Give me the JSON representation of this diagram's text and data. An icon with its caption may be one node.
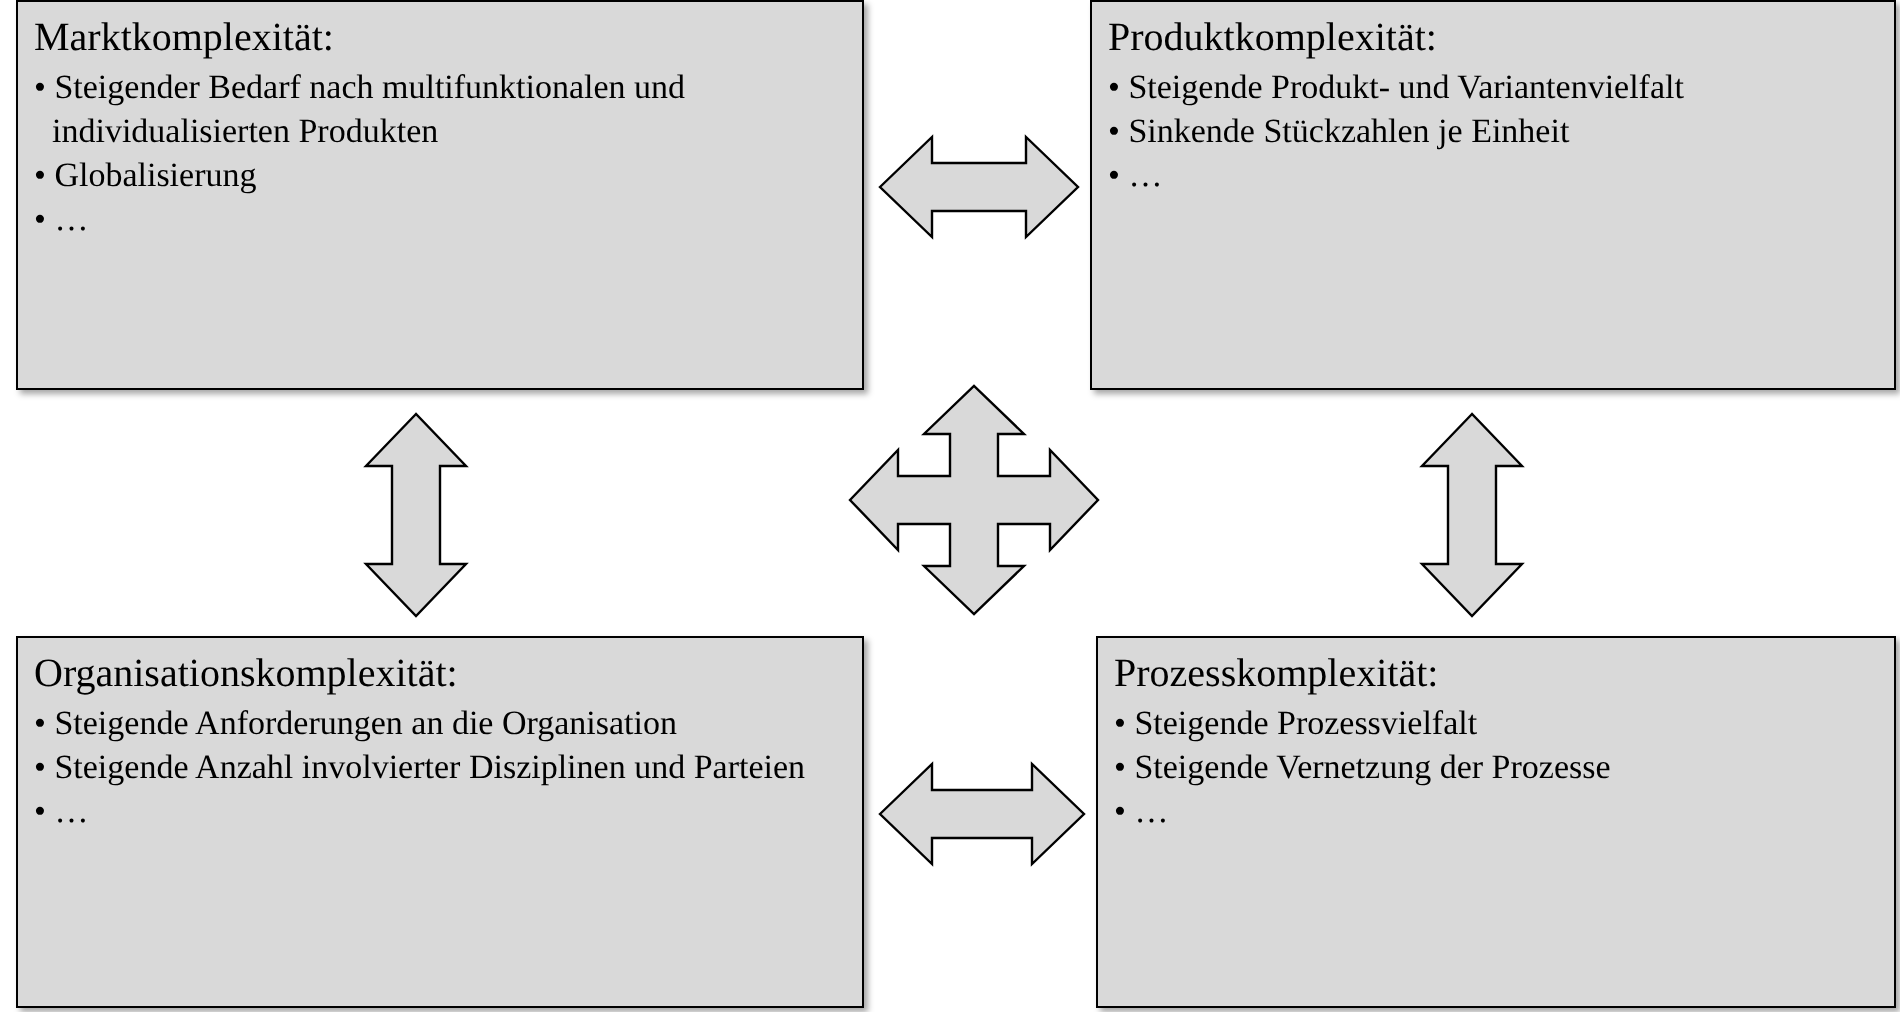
{
  "diagram": {
    "nodes": [
      {
        "text": [
          "Marktkomplexität:",
          "• Steigender Bedarf nach multifunktionalen und individualisierten Produkten",
          "• Globalisierung",
          "• …"
        ]
      },
      {
        "text": [
          "Produktkomplexität:",
          "• Steigende Produkt- und Variantenvielfalt",
          "• Sinkende Stückzahlen je Einheit",
          "• …"
        ]
      },
      {
        "text": [
          "Organisationskomplexität:",
          "• Steigende Anforderungen an die Organisation",
          "• Steigende Anzahl involvierter Disziplinen und Parteien",
          "• …"
        ]
      },
      {
        "text": [
          "Prozesskomplexität:",
          "• Steigende Prozessvielfalt",
          "• Steigende Vernetzung der Prozesse",
          "• …"
        ]
      }
    ],
    "edges": [
      {
        "from": 0,
        "to": 1,
        "arrow": "both"
      },
      {
        "from": 0,
        "to": 2,
        "arrow": "both"
      },
      {
        "from": 1,
        "to": 3,
        "arrow": "both"
      },
      {
        "from": 2,
        "to": 3,
        "arrow": "both"
      }
    ]
  }
}
